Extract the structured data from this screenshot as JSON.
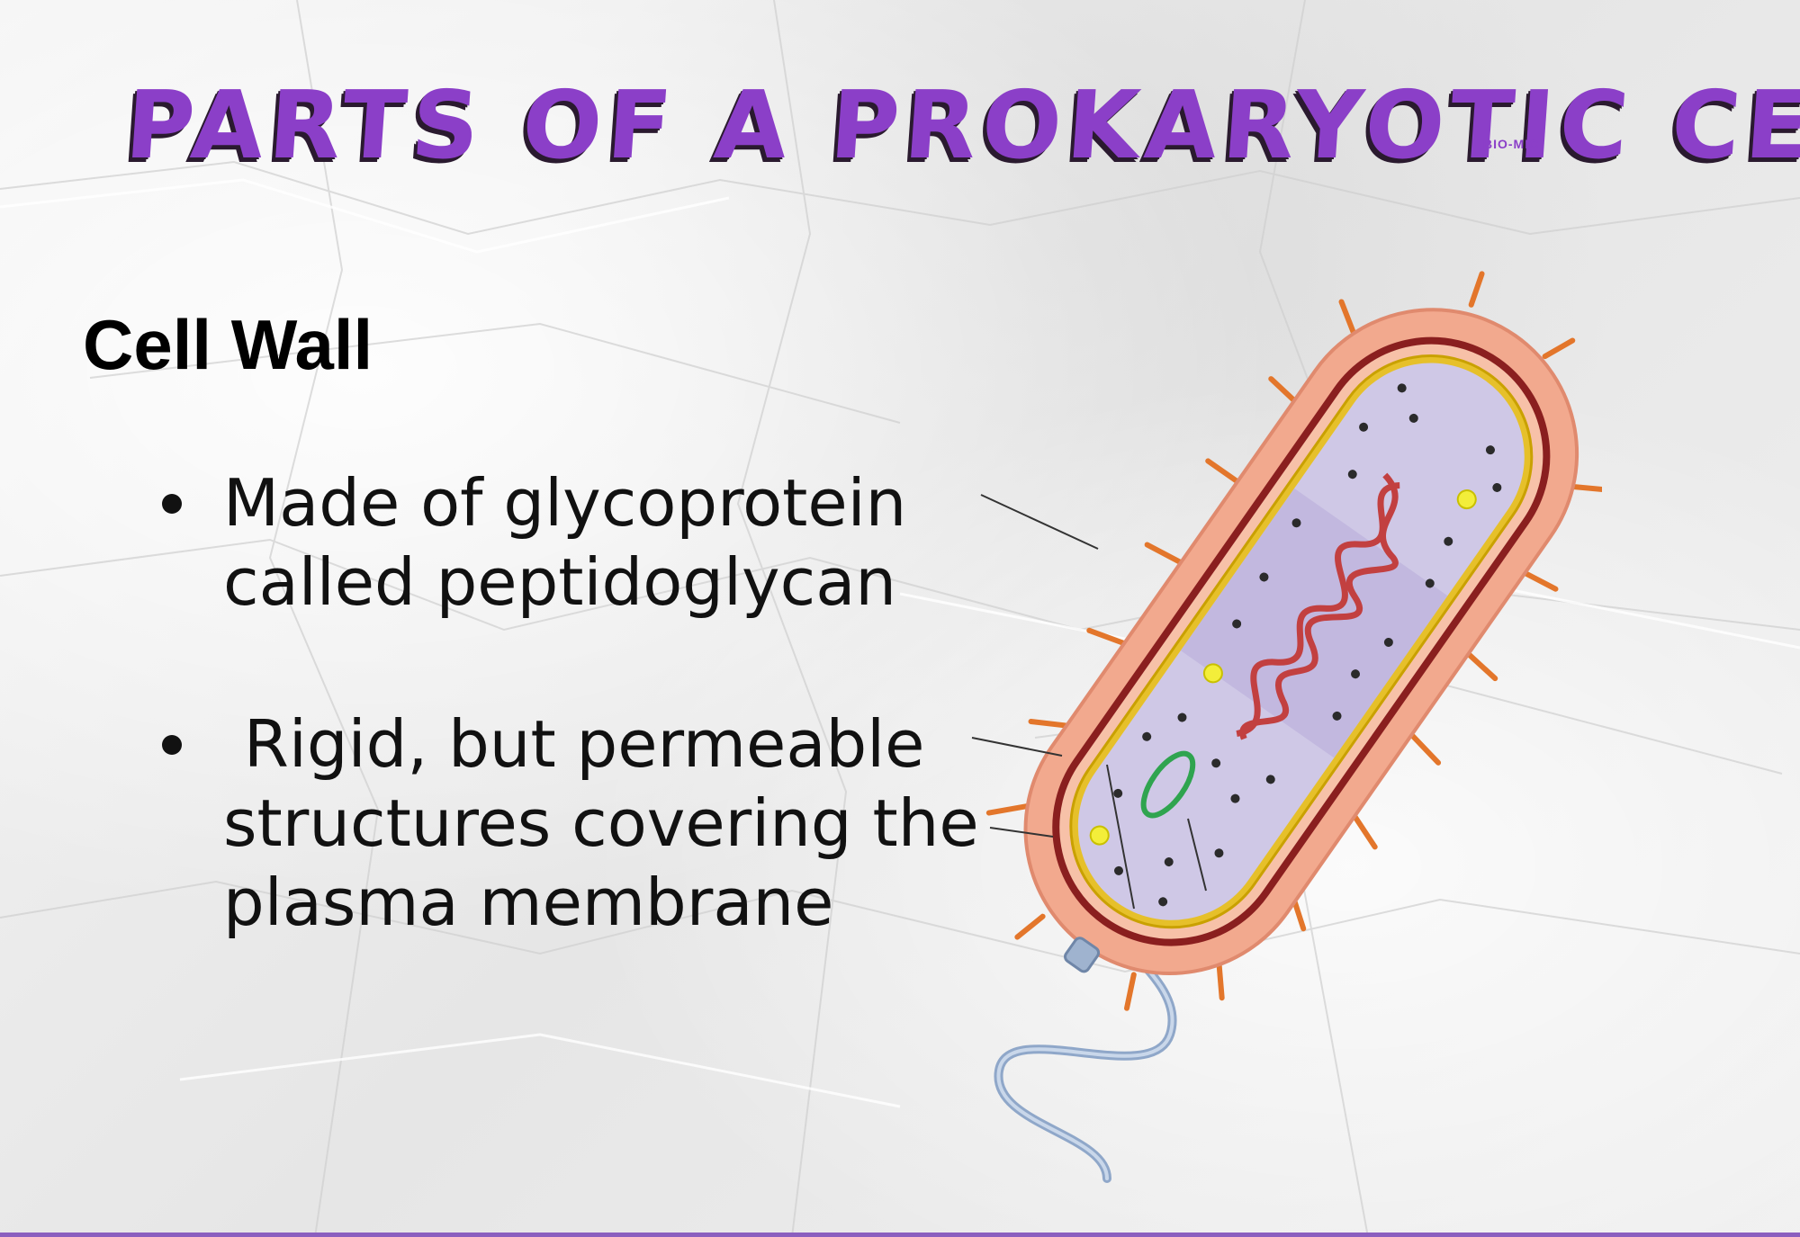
{
  "slide": {
    "title": "PARTS OF A PROKARYOTIC CELL",
    "logo_text": "BIO-MIC",
    "heading": "Cell Wall",
    "bullets": [
      "Made of glycoprotein called peptidoglycan",
      " Rigid, but permeable structures covering the plasma membrane"
    ]
  },
  "colors": {
    "title": "#8b3fc8",
    "title_shadow": "#2a1a2f",
    "text": "#111111",
    "bottom_rule": "#8b5fbf"
  },
  "illustration": {
    "subject": "prokaryotic-cell-cutaway-diagram",
    "parts": [
      "capsule",
      "cell-wall",
      "plasma-membrane",
      "cytoplasm",
      "nucleoid",
      "ribosomes",
      "plasmid",
      "flagellum",
      "pili"
    ]
  }
}
